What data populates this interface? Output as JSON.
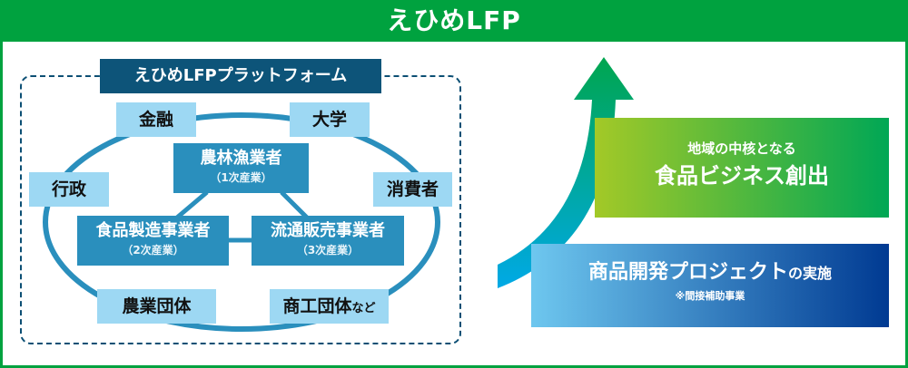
{
  "header": {
    "title": "えひめLFP"
  },
  "platform": {
    "title": "えひめLFPプラットフォーム",
    "stakeholders": [
      "金融",
      "大学",
      "行政",
      "消費者",
      "農業団体",
      "商工団体",
      "など"
    ],
    "primary": {
      "name": "農林漁業者",
      "sub": "（1次産業）"
    },
    "secondary": {
      "name": "食品製造事業者",
      "sub": "（2次産業）"
    },
    "tertiary": {
      "name": "流通販売事業者",
      "sub": "（3次産業）"
    }
  },
  "goal": {
    "line1": "地域の中核となる",
    "line2": "食品ビジネス創出"
  },
  "project": {
    "title": "商品開発プロジェクト",
    "suffix": "の実施",
    "note": "※間接補助事業"
  },
  "colors": {
    "green": "#00a23f",
    "navy": "#0d5479",
    "mid_blue": "#2a8fbd",
    "light_blue": "#9dd8f3"
  }
}
